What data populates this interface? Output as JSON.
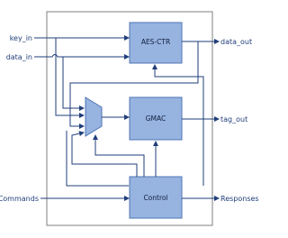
{
  "blocks": {
    "aes_ctr": "AES-CTR",
    "gmac": "GMAC",
    "control": "Control"
  },
  "inputs": {
    "key_in": "key_in",
    "data_in": "data_in",
    "commands": "Commands"
  },
  "outputs": {
    "data_out": "data_out",
    "tag_out": "tag_out",
    "responses": "Responses"
  },
  "colors": {
    "block_fill": "#97b3e0",
    "block_stroke": "#4f74b3",
    "wire": "#1f3e79",
    "border": "#7f7f7f"
  }
}
